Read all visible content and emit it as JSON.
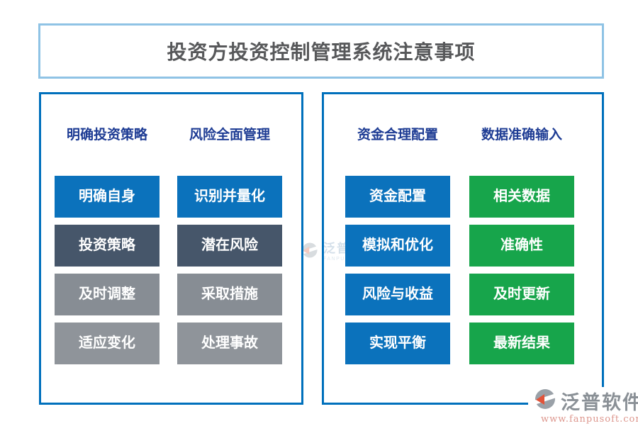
{
  "title": "投资方投资控制管理系统注意事项",
  "panels": [
    {
      "name": "left",
      "columns": [
        {
          "header": "明确投资策略",
          "items": [
            {
              "label": "明确自身",
              "color": "#0b72bc"
            },
            {
              "label": "投资策略",
              "color": "#46566a"
            },
            {
              "label": "及时调整",
              "color": "#878d94"
            },
            {
              "label": "适应变化",
              "color": "#8f949a"
            }
          ]
        },
        {
          "header": "风险全面管理",
          "items": [
            {
              "label": "识别并量化",
              "color": "#0b72bc"
            },
            {
              "label": "潜在风险",
              "color": "#46566a"
            },
            {
              "label": "采取措施",
              "color": "#878d94"
            },
            {
              "label": "处理事故",
              "color": "#8f949a"
            }
          ]
        }
      ]
    },
    {
      "name": "right",
      "columns": [
        {
          "header": "资金合理配置",
          "items": [
            {
              "label": "资金配置",
              "color": "#0b72bc"
            },
            {
              "label": "模拟和优化",
              "color": "#0b72bc"
            },
            {
              "label": "风险与收益",
              "color": "#0b72bc"
            },
            {
              "label": "实现平衡",
              "color": "#0b72bc"
            }
          ]
        },
        {
          "header": "数据准确输入",
          "items": [
            {
              "label": "相关数据",
              "color": "#17a54b"
            },
            {
              "label": "准确性",
              "color": "#17a54b"
            },
            {
              "label": "及时更新",
              "color": "#17a54b"
            },
            {
              "label": "最新结果",
              "color": "#17a54b"
            }
          ]
        }
      ]
    }
  ],
  "watermark": {
    "brand": "泛普软件",
    "subtitle": "FANPU SOFTWARE"
  },
  "footer": {
    "brand": "泛普软件",
    "url": "www.fanpusoft.com"
  },
  "colors": {
    "title_border": "#8fc3e5",
    "panel_border": "#0070bc",
    "header_text": "#1e3c94",
    "title_text": "#57585a",
    "item_text": "#ffffff",
    "blue": "#0b72bc",
    "slate": "#46566a",
    "gray": "#878d94",
    "green": "#17a54b",
    "footer_brand": "#8a9096",
    "footer_url": "#dd968d"
  }
}
